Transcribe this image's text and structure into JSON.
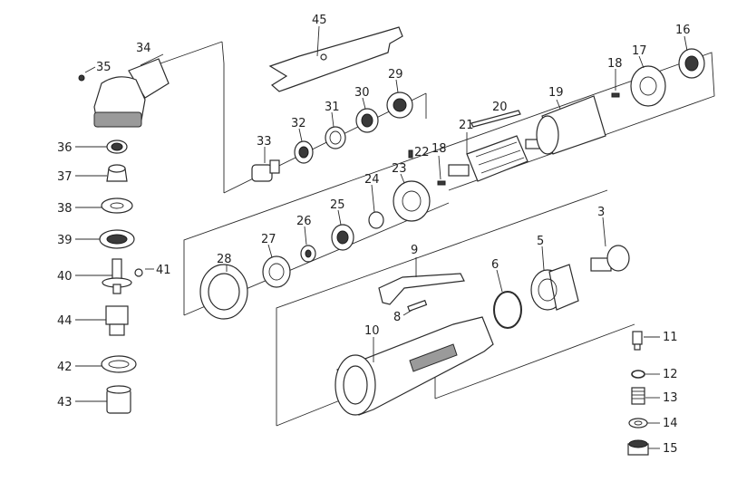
{
  "diagram": {
    "parts": [
      {
        "id": "p1",
        "label": "3"
      },
      {
        "id": "p2",
        "label": "5"
      },
      {
        "id": "p3",
        "label": "6"
      },
      {
        "id": "p4",
        "label": "8"
      },
      {
        "id": "p5",
        "label": "9"
      },
      {
        "id": "p6",
        "label": "10"
      },
      {
        "id": "p7",
        "label": "11"
      },
      {
        "id": "p8",
        "label": "12"
      },
      {
        "id": "p9",
        "label": "13"
      },
      {
        "id": "p10",
        "label": "14"
      },
      {
        "id": "p11",
        "label": "15"
      },
      {
        "id": "p12",
        "label": "16"
      },
      {
        "id": "p13",
        "label": "17"
      },
      {
        "id": "p14",
        "label": "18"
      },
      {
        "id": "p15",
        "label": "18"
      },
      {
        "id": "p16",
        "label": "19"
      },
      {
        "id": "p17",
        "label": "20"
      },
      {
        "id": "p18",
        "label": "21"
      },
      {
        "id": "p19",
        "label": "22"
      },
      {
        "id": "p20",
        "label": "23"
      },
      {
        "id": "p21",
        "label": "24"
      },
      {
        "id": "p22",
        "label": "25"
      },
      {
        "id": "p23",
        "label": "26"
      },
      {
        "id": "p24",
        "label": "27"
      },
      {
        "id": "p25",
        "label": "28"
      },
      {
        "id": "p26",
        "label": "29"
      },
      {
        "id": "p27",
        "label": "30"
      },
      {
        "id": "p28",
        "label": "31"
      },
      {
        "id": "p29",
        "label": "32"
      },
      {
        "id": "p30",
        "label": "33"
      },
      {
        "id": "p31",
        "label": "34"
      },
      {
        "id": "p32",
        "label": "35"
      },
      {
        "id": "p33",
        "label": "36"
      },
      {
        "id": "p34",
        "label": "37"
      },
      {
        "id": "p35",
        "label": "38"
      },
      {
        "id": "p36",
        "label": "39"
      },
      {
        "id": "p37",
        "label": "40"
      },
      {
        "id": "p38",
        "label": "41"
      },
      {
        "id": "p39",
        "label": "44"
      },
      {
        "id": "p40",
        "label": "42"
      },
      {
        "id": "p41",
        "label": "43"
      },
      {
        "id": "p42",
        "label": "45"
      }
    ]
  }
}
